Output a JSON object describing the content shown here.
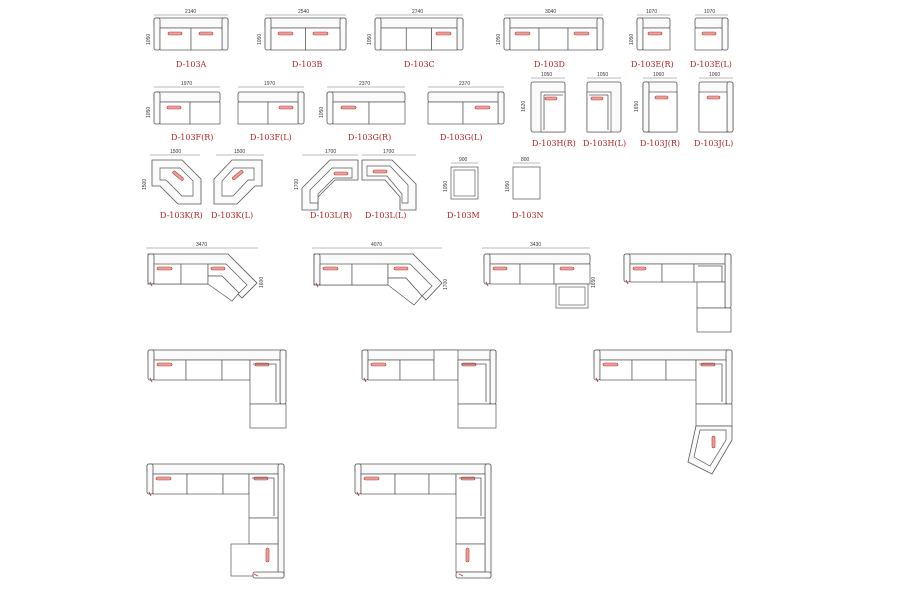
{
  "row1": [
    {
      "label": "D-103A",
      "dim_w": "2140",
      "dim_h": "1050"
    },
    {
      "label": "D-103B",
      "dim_w": "2540",
      "dim_h": "1050"
    },
    {
      "label": "D-103C",
      "dim_w": "2740",
      "dim_h": "1050"
    },
    {
      "label": "D-103D",
      "dim_w": "3040",
      "dim_h": "1050"
    },
    {
      "label": "D-103E(R)",
      "dim_w": "1070",
      "dim_h": "1050"
    },
    {
      "label": "D-103E(L)",
      "dim_w": "1070",
      "dim_h": ""
    }
  ],
  "row2": [
    {
      "label": "D-103F(R)",
      "dim_w": "1970",
      "dim_h": "1050"
    },
    {
      "label": "D-103F(L)",
      "dim_w": "1970",
      "dim_h": ""
    },
    {
      "label": "D-103G(R)",
      "dim_w": "2370",
      "dim_h": "1050"
    },
    {
      "label": "D-103G(L)",
      "dim_w": "2370",
      "dim_h": ""
    },
    {
      "label": "D-103H(R)",
      "dim_w": "1050",
      "dim_h": "1620"
    },
    {
      "label": "D-103H(L)",
      "dim_w": "1050",
      "dim_h": ""
    },
    {
      "label": "D-103J(R)",
      "dim_w": "1060",
      "dim_h": "1650"
    },
    {
      "label": "D-103J(L)",
      "dim_w": "1060",
      "dim_h": ""
    }
  ],
  "row3": [
    {
      "label": "D-103K(R)",
      "dim_w": "1500",
      "dim_h": "1500"
    },
    {
      "label": "D-103K(L)",
      "dim_w": "1500",
      "dim_h": ""
    },
    {
      "label": "D-103L(R)",
      "dim_w": "1700",
      "dim_h": "1700"
    },
    {
      "label": "D-103L(L)",
      "dim_w": "1700",
      "dim_h": ""
    },
    {
      "label": "D-103M",
      "dim_w": "900",
      "dim_h": "1050"
    },
    {
      "label": "D-103N",
      "dim_w": "800",
      "dim_h": "1050"
    }
  ],
  "row4": [
    {
      "dim_w": "3470",
      "dim_h": "1600"
    },
    {
      "dim_w": "4070",
      "dim_h": "1700"
    },
    {
      "dim_w": "3430",
      "dim_h": "1650"
    },
    {
      "dim_w": "",
      "dim_h": ""
    }
  ]
}
